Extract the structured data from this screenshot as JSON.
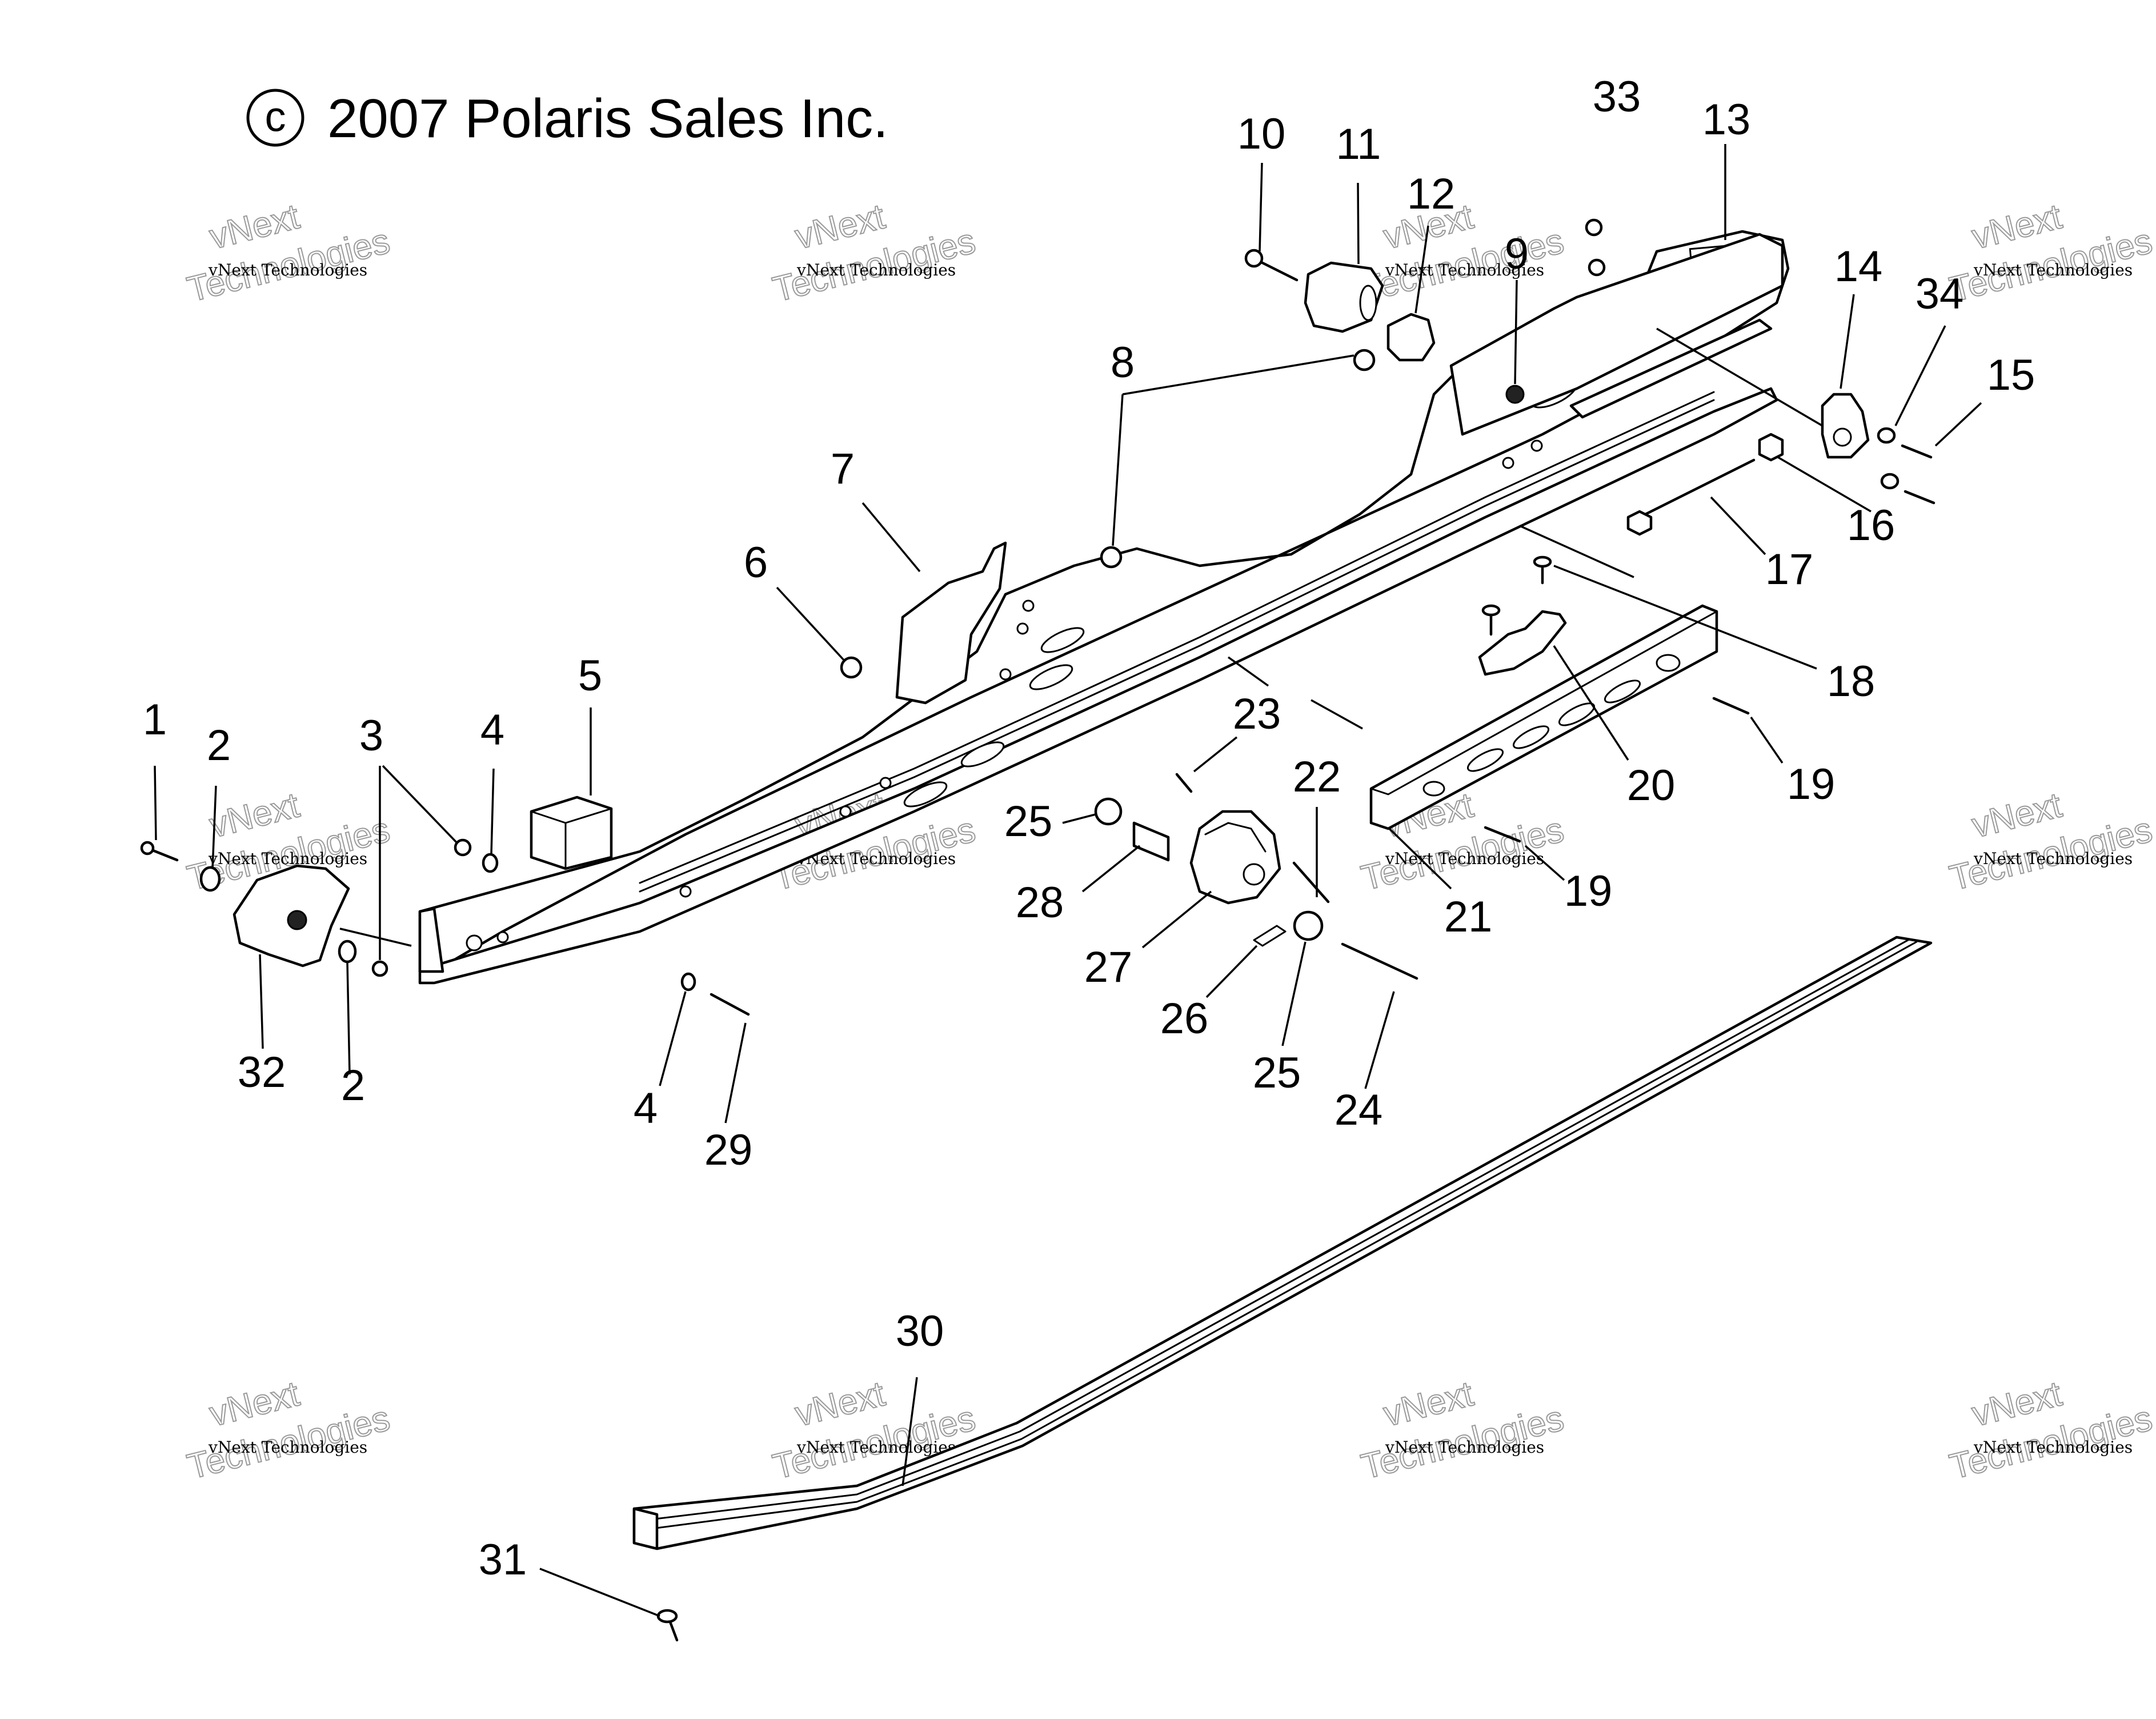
{
  "copyright": {
    "symbol": "c",
    "text": "2007 Polaris Sales Inc."
  },
  "watermark": {
    "small": "vNext Technologies",
    "big_line1": "vNext",
    "big_line2": "Technologies"
  },
  "callouts": [
    {
      "id": "c1",
      "label": "1"
    },
    {
      "id": "c2a",
      "label": "2"
    },
    {
      "id": "c2b",
      "label": "2"
    },
    {
      "id": "c3",
      "label": "3"
    },
    {
      "id": "c4a",
      "label": "4"
    },
    {
      "id": "c4b",
      "label": "4"
    },
    {
      "id": "c5",
      "label": "5"
    },
    {
      "id": "c6",
      "label": "6"
    },
    {
      "id": "c7",
      "label": "7"
    },
    {
      "id": "c8",
      "label": "8"
    },
    {
      "id": "c9",
      "label": "9"
    },
    {
      "id": "c10",
      "label": "10"
    },
    {
      "id": "c11",
      "label": "11"
    },
    {
      "id": "c12",
      "label": "12"
    },
    {
      "id": "c13",
      "label": "13"
    },
    {
      "id": "c14",
      "label": "14"
    },
    {
      "id": "c15",
      "label": "15"
    },
    {
      "id": "c16",
      "label": "16"
    },
    {
      "id": "c17",
      "label": "17"
    },
    {
      "id": "c18",
      "label": "18"
    },
    {
      "id": "c19a",
      "label": "19"
    },
    {
      "id": "c19b",
      "label": "19"
    },
    {
      "id": "c20",
      "label": "20"
    },
    {
      "id": "c21",
      "label": "21"
    },
    {
      "id": "c22",
      "label": "22"
    },
    {
      "id": "c23",
      "label": "23"
    },
    {
      "id": "c24",
      "label": "24"
    },
    {
      "id": "c25a",
      "label": "25"
    },
    {
      "id": "c25b",
      "label": "25"
    },
    {
      "id": "c26",
      "label": "26"
    },
    {
      "id": "c27",
      "label": "27"
    },
    {
      "id": "c28",
      "label": "28"
    },
    {
      "id": "c29",
      "label": "29"
    },
    {
      "id": "c30",
      "label": "30"
    },
    {
      "id": "c31",
      "label": "31"
    },
    {
      "id": "c32",
      "label": "32"
    },
    {
      "id": "c33",
      "label": "33"
    },
    {
      "id": "c34",
      "label": "34"
    }
  ]
}
